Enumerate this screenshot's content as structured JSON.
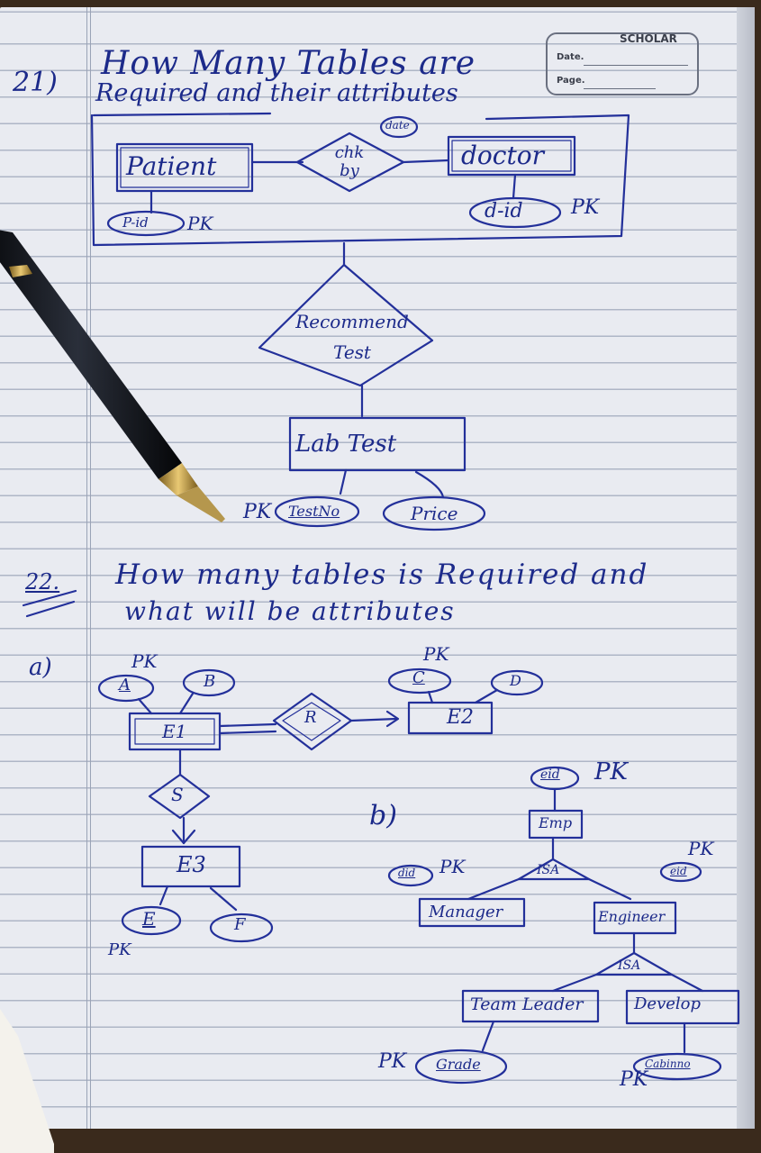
{
  "header": {
    "brand": "SCHOLAR",
    "date_label": "Date.",
    "page_label": "Page."
  },
  "q21": {
    "number": "21)",
    "title_line1": "How Many Tables are",
    "title_line2": "Required and their attributes"
  },
  "er1": {
    "patient": "Patient",
    "chk_by": "chk by",
    "date_attr": "date",
    "doctor": "doctor",
    "p_id": "P-id",
    "d_id": "d-id",
    "pk": "PK",
    "recommend_test": "Recommend Test",
    "lab_test": "Lab Test",
    "test_no": "TestNo",
    "price": "Price"
  },
  "q22": {
    "number": "22.",
    "title_line1": "How many tables is Required and",
    "title_line2": "what will be attributes"
  },
  "part_a": {
    "label": "a)",
    "a": "A",
    "b": "B",
    "e1": "E1",
    "r": "R",
    "e2": "E2",
    "c": "C",
    "d": "D",
    "s": "S",
    "e3": "E3",
    "e": "E",
    "f": "F",
    "pk": "PK"
  },
  "part_b": {
    "label": "b)",
    "eid": "eid",
    "emp": "Emp",
    "isa": "ISA",
    "did": "did",
    "manager": "Manager",
    "engineer": "Engineer",
    "team_leader": "Team Leader",
    "developer": "Develop",
    "grade": "Grade",
    "cabinno": "Cabinno",
    "pk": "PK"
  }
}
